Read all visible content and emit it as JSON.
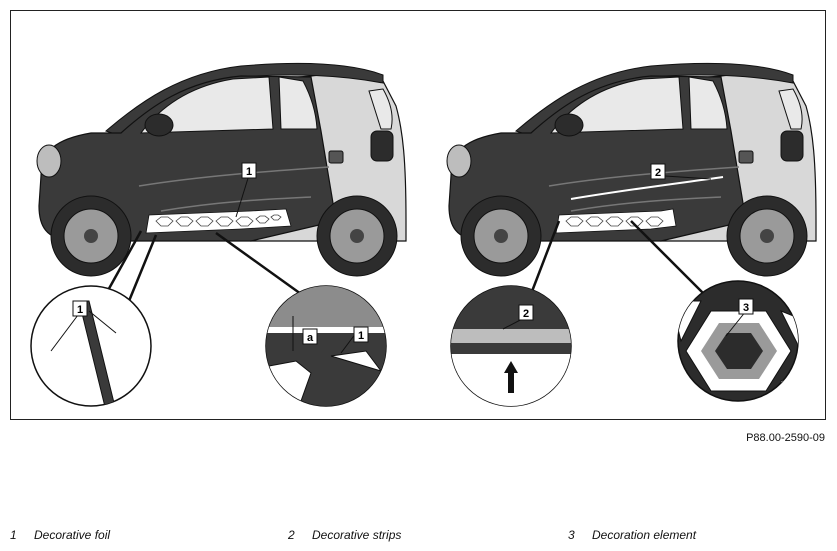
{
  "figure": {
    "reference_code": "P88.00-2590-09",
    "callouts": {
      "one": "1",
      "two": "2",
      "three": "3",
      "dimension": "a"
    }
  },
  "legend": {
    "items": [
      {
        "number": "1",
        "label": "Decorative foil"
      },
      {
        "number": "2",
        "label": "Decorative strips"
      },
      {
        "number": "3",
        "label": "Decoration element"
      }
    ]
  },
  "colors": {
    "body_dark": "#3a3a3a",
    "body_light": "#d8d8d8",
    "line": "#111111",
    "mid_gray": "#8c8c8c"
  }
}
